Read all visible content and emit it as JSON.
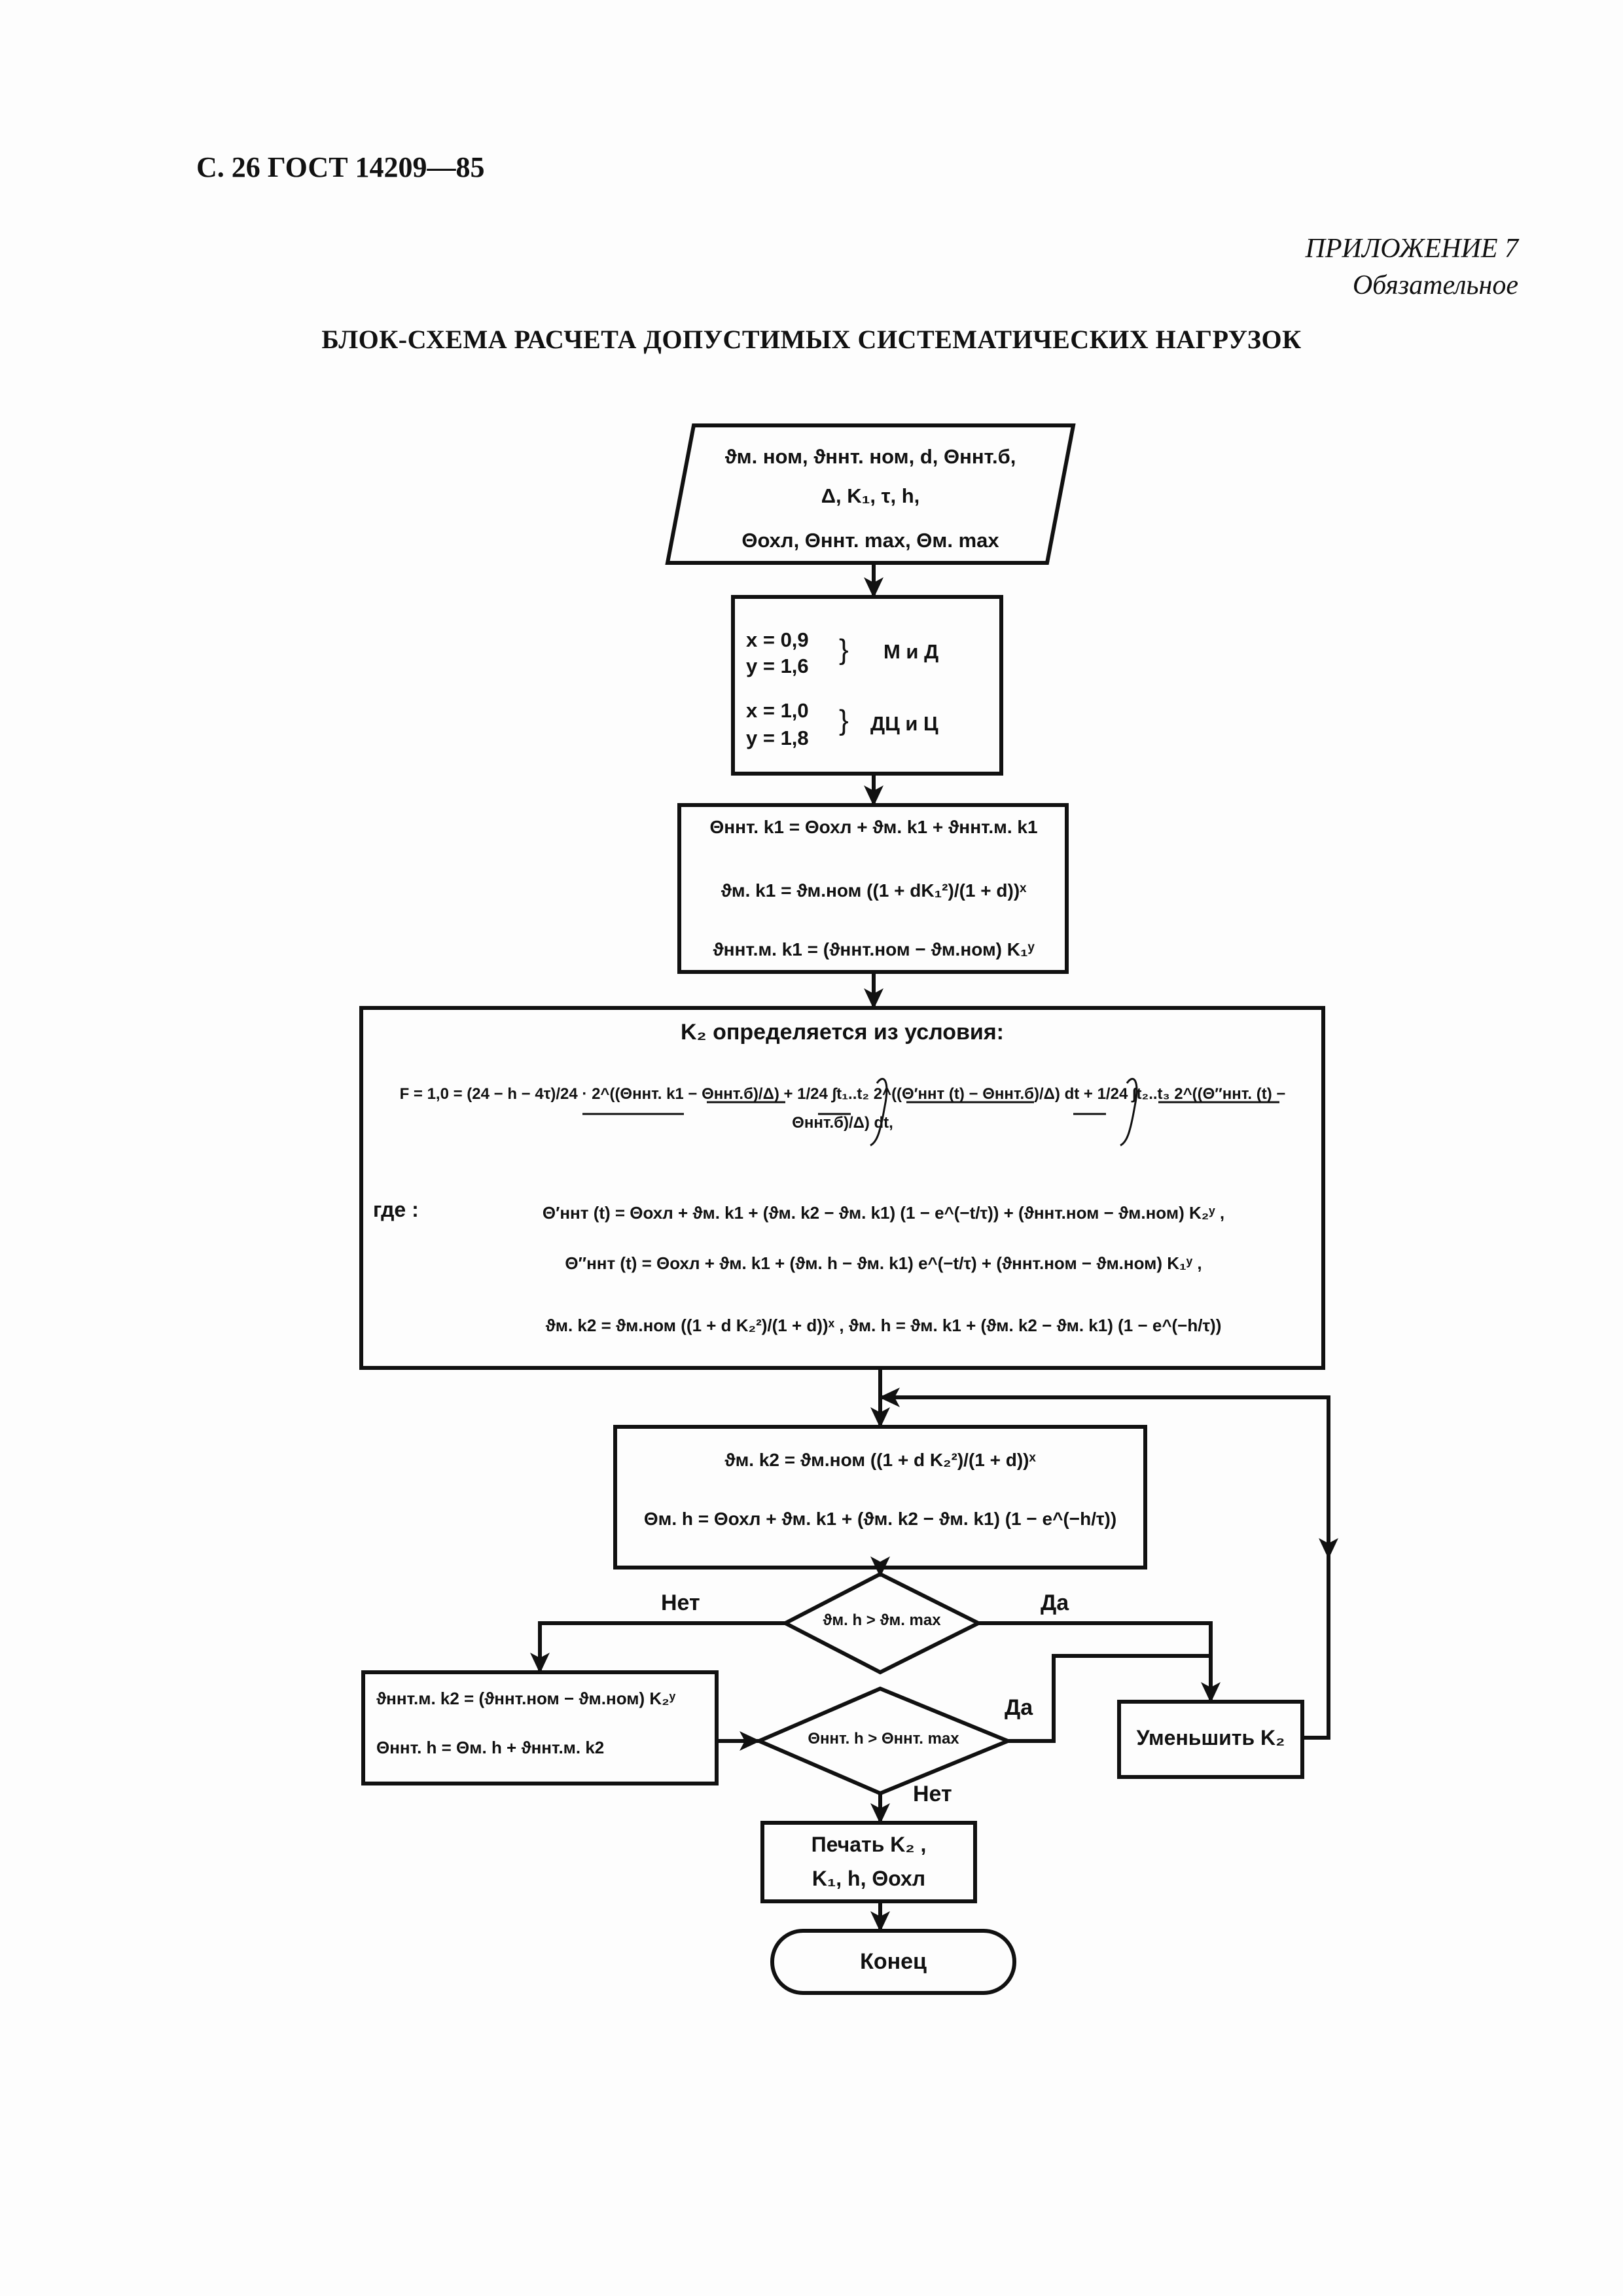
{
  "header": {
    "page_ref": "С. 26 ГОСТ 14209—85",
    "appendix": "ПРИЛОЖЕНИЕ 7",
    "appendix_status": "Обязательное",
    "title": "БЛОК-СХЕМА  РАСЧЕТА ДОПУСТИМЫХ СИСТЕМАТИЧЕСКИХ НАГРУЗОК"
  },
  "flow": {
    "input": {
      "line1": "ϑм. ном, ϑннт. ном, d, Θннт.б,",
      "line2": "Δ, K₁, τ, h,",
      "line3": "Θохл, Θннт. max, Θм. max"
    },
    "coeffs": {
      "x1": "x = 0,9",
      "y1": "y = 1,6",
      "type1": "М  и  Д",
      "x2": "x = 1,0",
      "y2": "y = 1,8",
      "type2": "ДЦ  и  Ц"
    },
    "calc1": {
      "line1": "Θннт. k1 = Θохл + ϑм. k1 + ϑннт.м. k1",
      "line2": "ϑм. k1 = ϑм.ном ((1 + dK₁²)/(1 + d))ˣ",
      "line3": "ϑннт.м. k1 = (ϑннт.ном − ϑм.ном) K₁ʸ"
    },
    "k2_block": {
      "heading": "K₂ определяется из условия:",
      "formula": "F = 1,0 = (24 − h − 4τ)/24 · 2^((Θннт. k1 − Θннт.б)/Δ) + 1/24 ∫t₁..t₂ 2^((Θ′ннт (t) − Θннт.б)/Δ) dt + 1/24 ∫t₂..t₃ 2^((Θ″ннт. (t) − Θннт.б)/Δ) dt,",
      "where": "где :",
      "w1": "Θ′ннт (t) = Θохл + ϑм. k1 + (ϑм. k2 − ϑм. k1) (1 − e^(−t/τ)) + (ϑннт.ном − ϑм.ном) K₂ʸ ,",
      "w2": "Θ″ннт (t) = Θохл + ϑм. k1 + (ϑм. h − ϑм. k1) e^(−t/τ) + (ϑннт.ном − ϑм.ном) K₁ʸ ,",
      "w3": "ϑм. k2 = ϑм.ном ((1 + d K₂²)/(1 + d))ˣ ,   ϑм. h = ϑм. k1 + (ϑм. k2 − ϑм. k1) (1 − e^(−h/τ))"
    },
    "calc2": {
      "line1": "ϑм. k2 = ϑм.ном ((1 + d K₂²)/(1 + d))ˣ",
      "line2": "Θм. h = Θохл + ϑм. k1 + (ϑм. k2 − ϑм. k1) (1 − e^(−h/τ))"
    },
    "decision1": {
      "text": "ϑм. h > ϑм. max",
      "no": "Нет",
      "yes": "Да"
    },
    "calc3": {
      "line1": "ϑннт.м. k2 = (ϑннт.ном − ϑм.ном) K₂ʸ",
      "line2": "Θннт. h = Θм. h + ϑннт.м. k2"
    },
    "decision2": {
      "text": "Θннт. h > Θннт. max",
      "yes": "Да",
      "no": "Нет"
    },
    "reduce": {
      "text": "Уменьшить K₂"
    },
    "print": {
      "line1": "Печать K₂ ,",
      "line2": "K₁, h, Θохл"
    },
    "end": {
      "text": "Конец"
    }
  }
}
